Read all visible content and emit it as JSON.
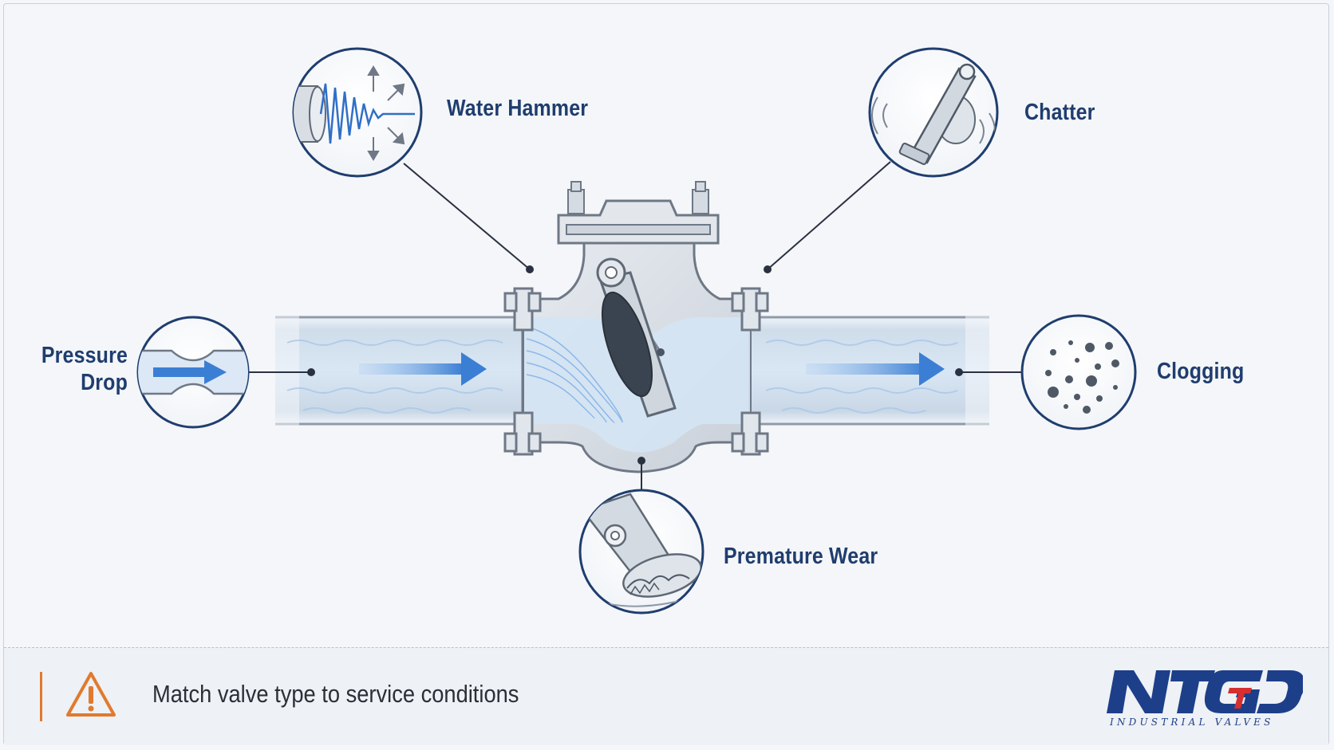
{
  "labels": {
    "water_hammer": "Water Hammer",
    "chatter": "Chatter",
    "pressure_drop_line1": "Pressure",
    "pressure_drop_line2": "Drop",
    "clogging": "Clogging",
    "premature_wear": "Premature Wear"
  },
  "footer": {
    "message": "Match valve type to service conditions",
    "warning_icon": "warning-triangle-icon"
  },
  "brand": {
    "logo_text": "NTGD",
    "tagline": "INDUSTRIAL VALVES"
  },
  "colors": {
    "label_navy": "#1f3d6e",
    "accent_orange": "#e07a2f",
    "flow_blue": "#3b7fd4",
    "pipe_fill": "#dbe8f5",
    "brand_blue": "#1d3f8a",
    "brand_red": "#d62f2f"
  }
}
